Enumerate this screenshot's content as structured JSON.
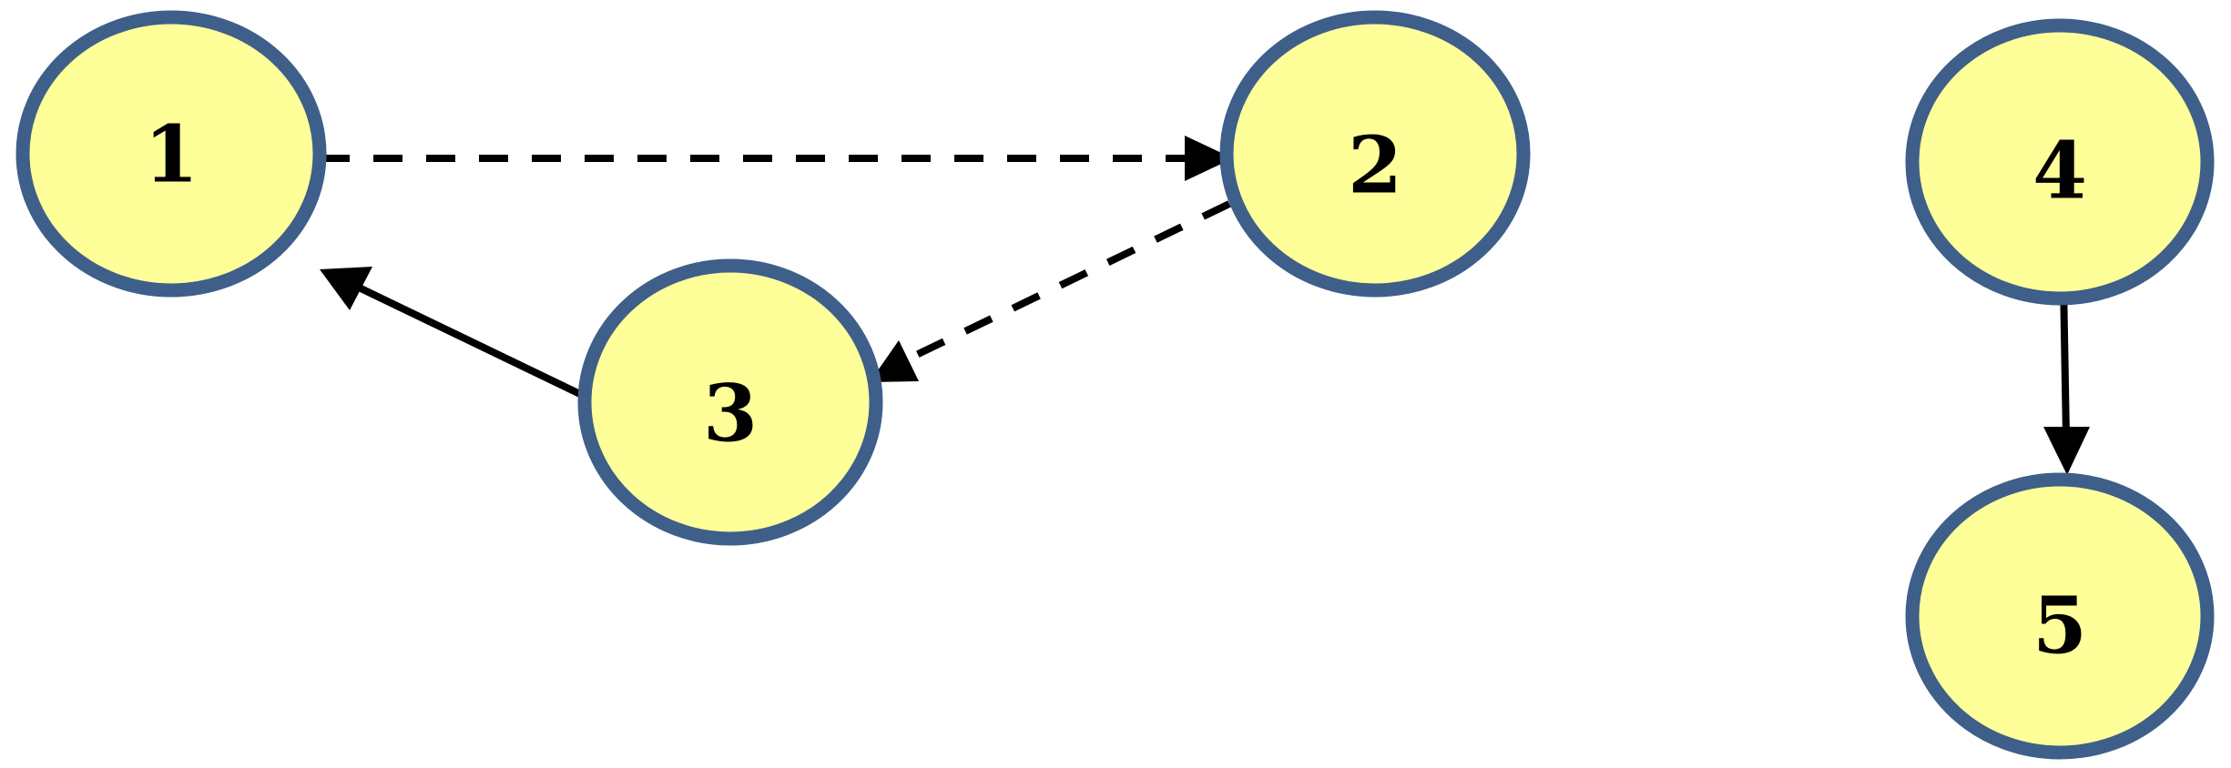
{
  "colors": {
    "node_fill": "#ffff99",
    "node_stroke": "#3e5f8a",
    "edge": "#000000"
  },
  "nodes": [
    {
      "id": "1",
      "label": "1"
    },
    {
      "id": "2",
      "label": "2"
    },
    {
      "id": "3",
      "label": "3"
    },
    {
      "id": "4",
      "label": "4"
    },
    {
      "id": "5",
      "label": "5"
    }
  ],
  "edges": [
    {
      "from": "1",
      "to": "2",
      "style": "dashed"
    },
    {
      "from": "2",
      "to": "3",
      "style": "dashed"
    },
    {
      "from": "3",
      "to": "1",
      "style": "solid"
    },
    {
      "from": "4",
      "to": "5",
      "style": "solid"
    }
  ]
}
